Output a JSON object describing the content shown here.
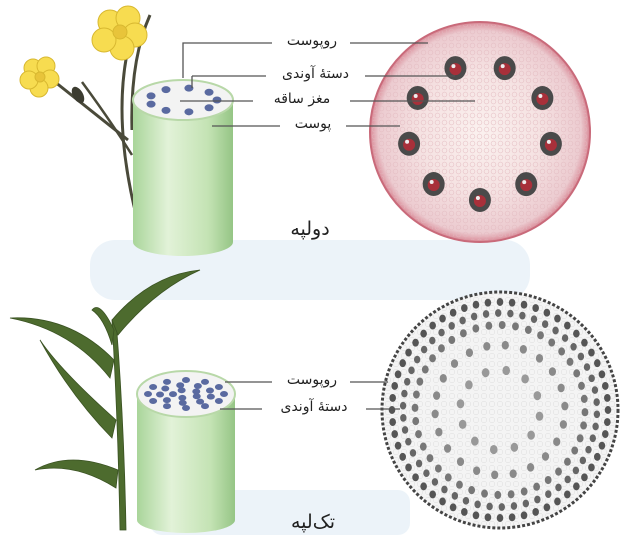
{
  "dicot": {
    "caption": "دولپه",
    "labels": {
      "epidermis": "روپوست",
      "vascular_bundle": "دستهٔ آوندی",
      "pith": "مغز ساقه",
      "cortex": "پوست"
    }
  },
  "monocot": {
    "caption": "تک‌لپه",
    "labels": {
      "epidermis": "روپوست",
      "vascular_bundle": "دستهٔ آوندی"
    }
  },
  "colors": {
    "stem_green": "#cfe9bf",
    "dicot_section": "#f3d8dc",
    "dicot_rim": "#c96a7a",
    "monocot_section": "#f4f4f4",
    "bundle_dark": "#4a4a4a",
    "flower_yellow": "#f7dc50",
    "leaf_green": "#4d6b2e",
    "watermark": "#dce9f4"
  }
}
